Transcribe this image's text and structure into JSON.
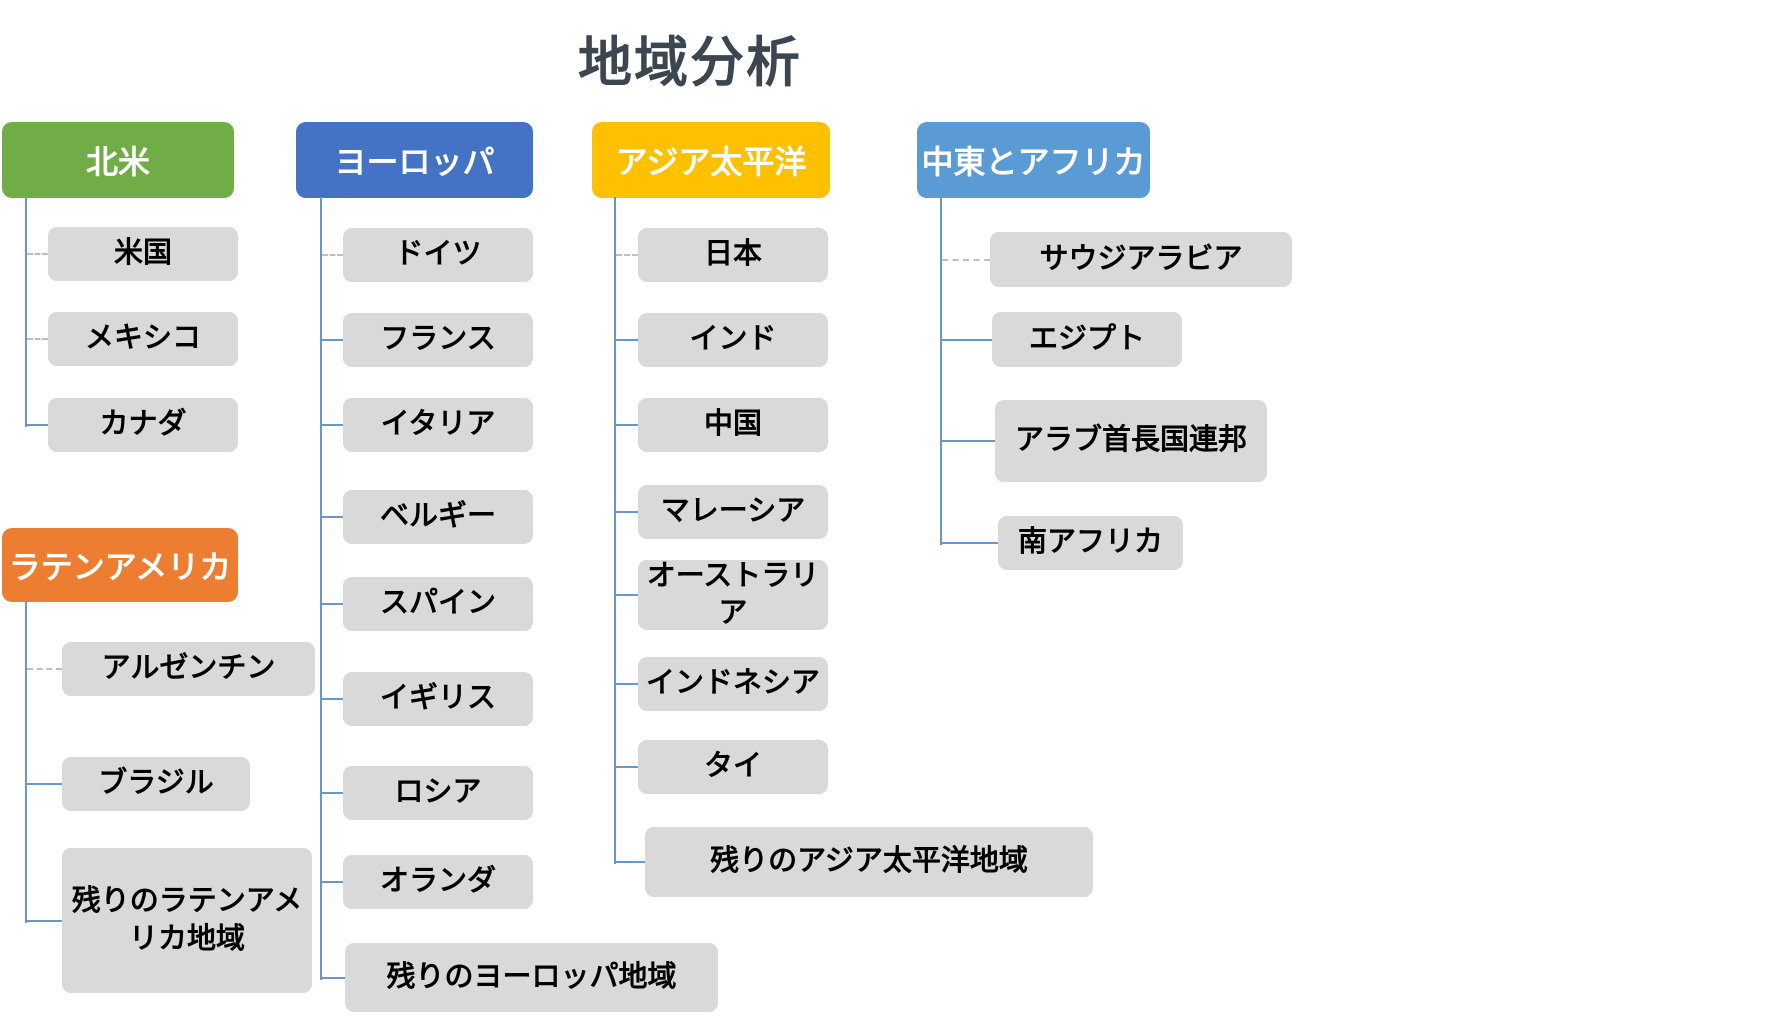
{
  "title": "地域分析",
  "colors": {
    "title_text": "#3C4650",
    "connector_solid": "#6C96C4",
    "connector_dashed": "#BFBFBF",
    "child_bg": "#D9D9D9",
    "child_text": "#000000",
    "header_text": "#FFFFFF"
  },
  "groups": [
    {
      "id": "north-america",
      "label": "北米",
      "color": "#70AD47",
      "children": [
        {
          "label": "米国",
          "connector": "dashed"
        },
        {
          "label": "メキシコ",
          "connector": "dashed"
        },
        {
          "label": "カナダ",
          "connector": "solid"
        }
      ]
    },
    {
      "id": "europe",
      "label": "ヨーロッパ",
      "color": "#4472C4",
      "children": [
        {
          "label": "ドイツ",
          "connector": "dashed"
        },
        {
          "label": "フランス",
          "connector": "solid"
        },
        {
          "label": "イタリア",
          "connector": "solid"
        },
        {
          "label": "ベルギー",
          "connector": "solid"
        },
        {
          "label": "スパイン",
          "connector": "solid"
        },
        {
          "label": "イギリス",
          "connector": "solid"
        },
        {
          "label": "ロシア",
          "connector": "solid"
        },
        {
          "label": "オランダ",
          "connector": "solid"
        },
        {
          "label": "残りのヨーロッパ地域",
          "connector": "solid"
        }
      ]
    },
    {
      "id": "asia-pacific",
      "label": "アジア太平洋",
      "color": "#FFC000",
      "children": [
        {
          "label": "日本",
          "connector": "dashed"
        },
        {
          "label": "インド",
          "connector": "solid"
        },
        {
          "label": "中国",
          "connector": "solid"
        },
        {
          "label": "マレーシア",
          "connector": "solid"
        },
        {
          "label": "オーストラリア",
          "connector": "solid"
        },
        {
          "label": "インドネシア",
          "connector": "solid"
        },
        {
          "label": "タイ",
          "connector": "solid"
        },
        {
          "label": "残りのアジア太平洋地域",
          "connector": "solid"
        }
      ]
    },
    {
      "id": "middle-east-africa",
      "label": "中東とアフリカ",
      "color": "#5B9BD5",
      "children": [
        {
          "label": "サウジアラビア",
          "connector": "dashed"
        },
        {
          "label": "エジプト",
          "connector": "solid"
        },
        {
          "label": "アラブ首長国連邦",
          "connector": "solid"
        },
        {
          "label": "南アフリカ",
          "connector": "solid"
        }
      ]
    },
    {
      "id": "latin-america",
      "label": "ラテンアメリカ",
      "color": "#ED7D31",
      "children": [
        {
          "label": "アルゼンチン",
          "connector": "dashed"
        },
        {
          "label": "ブラジル",
          "connector": "solid"
        },
        {
          "label": "残りのラテンアメリカ地域",
          "connector": "solid"
        }
      ]
    }
  ]
}
